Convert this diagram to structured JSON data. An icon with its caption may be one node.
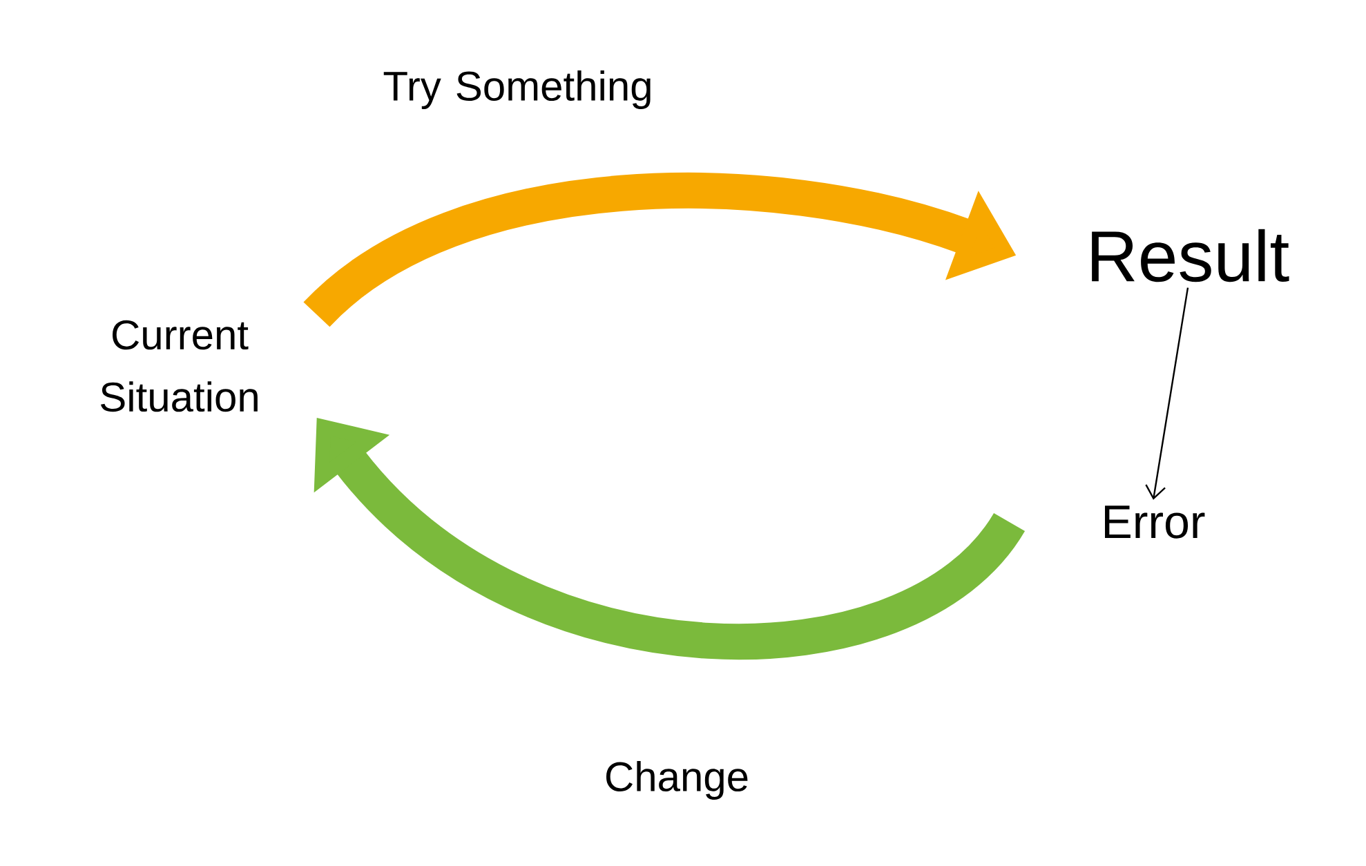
{
  "diagram": {
    "nodes": [
      {
        "text": [
          "Current Situation"
        ]
      },
      {
        "text": [
          "Result"
        ]
      },
      {
        "text": [
          "Error"
        ]
      }
    ],
    "edges": [
      {
        "from": 0,
        "to": 1,
        "arrow": "to",
        "label": "Try Something",
        "color": "#f7a800"
      },
      {
        "from": 1,
        "to": 2,
        "arrow": "to",
        "color": "#000000"
      },
      {
        "from": 2,
        "to": 0,
        "arrow": "to",
        "label": "Change",
        "color": "#7bba3c"
      }
    ]
  }
}
